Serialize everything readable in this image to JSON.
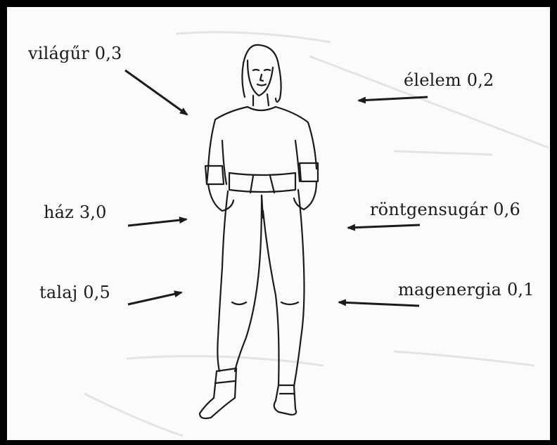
{
  "labels": {
    "vilagur": "világűr 0,3",
    "elelem": "élelem 0,2",
    "haz": "ház 3,0",
    "rontgen": "röntgensugár 0,6",
    "talaj": "talaj 0,5",
    "magenergia": "magenergia 0,1"
  },
  "colors": {
    "frame": "#000000",
    "ink": "#1b1b1b",
    "background": "#fbfbfb"
  }
}
